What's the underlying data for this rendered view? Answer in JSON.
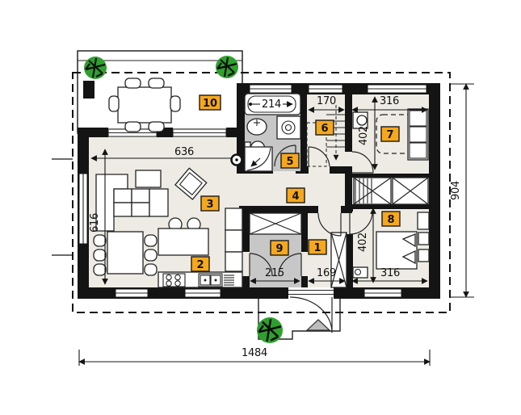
{
  "rooms": [
    {
      "number": "1"
    },
    {
      "number": "2"
    },
    {
      "number": "3"
    },
    {
      "number": "4"
    },
    {
      "number": "5"
    },
    {
      "number": "6"
    },
    {
      "number": "7"
    },
    {
      "number": "8"
    },
    {
      "number": "9"
    },
    {
      "number": "10"
    }
  ],
  "dims": {
    "total_width": "1484",
    "total_depth": "904",
    "living_width": "636",
    "living_depth": "616",
    "bath_width": "214",
    "stairs_width": "170",
    "bed7_width": "316",
    "bed7_depth": "402",
    "vestibule_width": "215",
    "hall_width": "169",
    "bed8_depth": "402",
    "bed8_width": "316"
  },
  "colors": {
    "wall": "#141414",
    "floor": "#EDEBE4",
    "wet_floor": "#C7C7C7",
    "label_bg": "#F6A81C",
    "label_border": "#1A1A1A",
    "tree": "#2EA12D",
    "triangle": "#BDBDBD"
  }
}
